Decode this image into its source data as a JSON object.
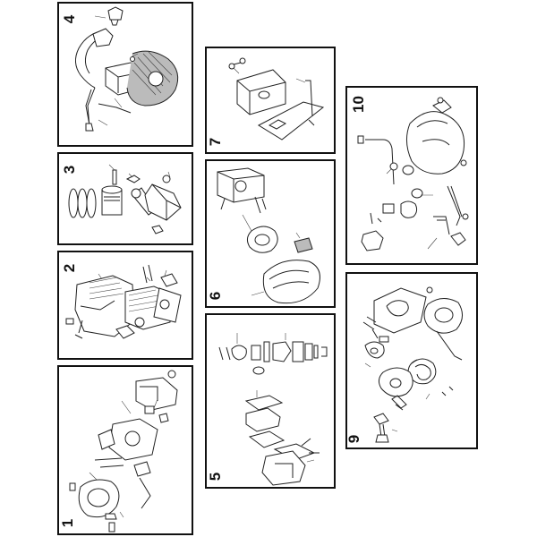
{
  "panels": [
    {
      "id": "p4",
      "label": "4"
    },
    {
      "id": "p3",
      "label": "3"
    },
    {
      "id": "p2",
      "label": "2"
    },
    {
      "id": "p1",
      "label": "1"
    },
    {
      "id": "p7",
      "label": "7"
    },
    {
      "id": "p6",
      "label": "6"
    },
    {
      "id": "p5",
      "label": "5"
    },
    {
      "id": "p10",
      "label": "10"
    },
    {
      "id": "p9",
      "label": "9"
    }
  ]
}
